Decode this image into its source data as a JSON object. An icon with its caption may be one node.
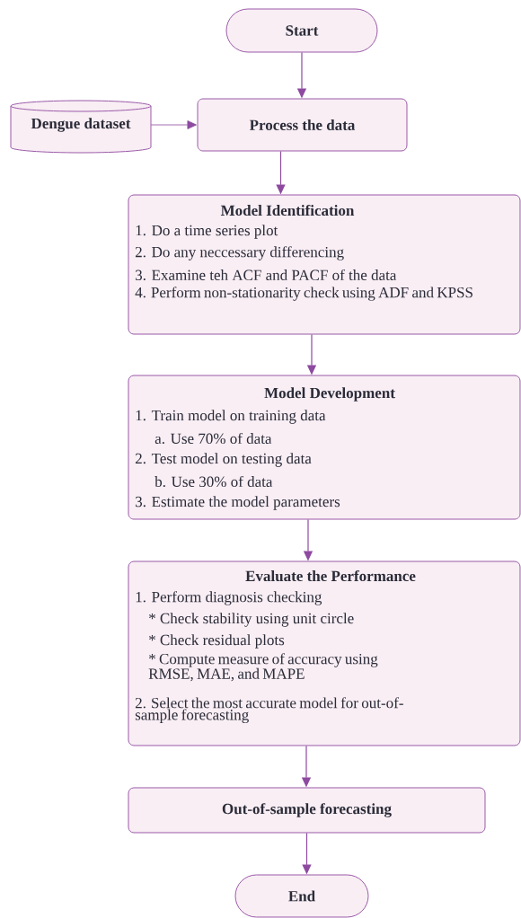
{
  "diagram": {
    "nodes": [
      {
        "text": [
          "Start"
        ]
      },
      {
        "text": [
          "Dengue dataset"
        ]
      },
      {
        "text": [
          "Process the data"
        ]
      },
      {
        "text": [
          "Model Identification",
          "1. Do a time series plot",
          "2. Do any neccessary differencing",
          "3. Examine teh ACF and PACF of the data",
          "4. Perform non-stationarity check using ADF and KPSS"
        ]
      },
      {
        "text": [
          "Model Development",
          "1. Train model on training data",
          "a. Use 70% of data",
          "2. Test model on testing data",
          "b. Use 30% of data",
          "3. Estimate the model parameters"
        ]
      },
      {
        "text": [
          "Evaluate the Performance",
          "1. Perform diagnosis checking",
          "* Check stability using unit circle",
          "* Check residual plots",
          "* Compute measure of accuracy using RMSE, MAE, and MAPE",
          "2. Select the most accurate model for out-of-sample forecasting"
        ]
      },
      {
        "text": [
          "Out-of-sample forecasting"
        ]
      },
      {
        "text": [
          "End"
        ]
      }
    ],
    "edges": [
      {
        "from": 0,
        "to": 2,
        "arrow": "to"
      },
      {
        "from": 1,
        "to": 2,
        "arrow": "to"
      },
      {
        "from": 2,
        "to": 3,
        "arrow": "to"
      },
      {
        "from": 3,
        "to": 4,
        "arrow": "to"
      },
      {
        "from": 4,
        "to": 5,
        "arrow": "to"
      },
      {
        "from": 5,
        "to": 6,
        "arrow": "to"
      },
      {
        "from": 6,
        "to": 7,
        "arrow": "to"
      }
    ]
  }
}
